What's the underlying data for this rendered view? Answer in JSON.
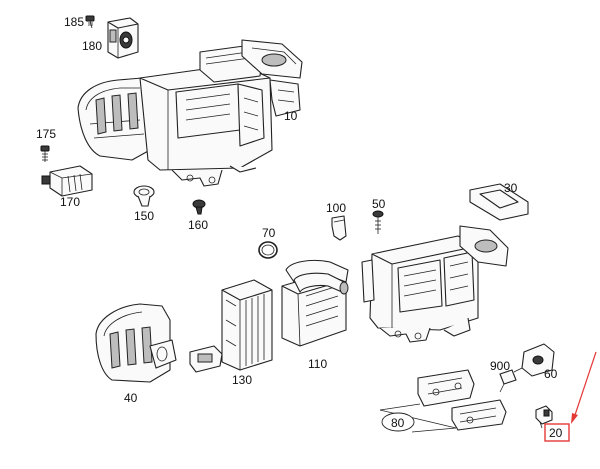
{
  "callouts": {
    "c185": "185",
    "c180": "180",
    "c10": "10",
    "c175": "175",
    "c170": "170",
    "c150": "150",
    "c160": "160",
    "c30": "30",
    "c100": "100",
    "c50": "50",
    "c70": "70",
    "c110": "110",
    "c130": "130",
    "c40": "40",
    "c900": "900",
    "c60": "60",
    "c80": "80",
    "c20": "20"
  },
  "highlight": {
    "color": "#e53935",
    "target": "20"
  }
}
